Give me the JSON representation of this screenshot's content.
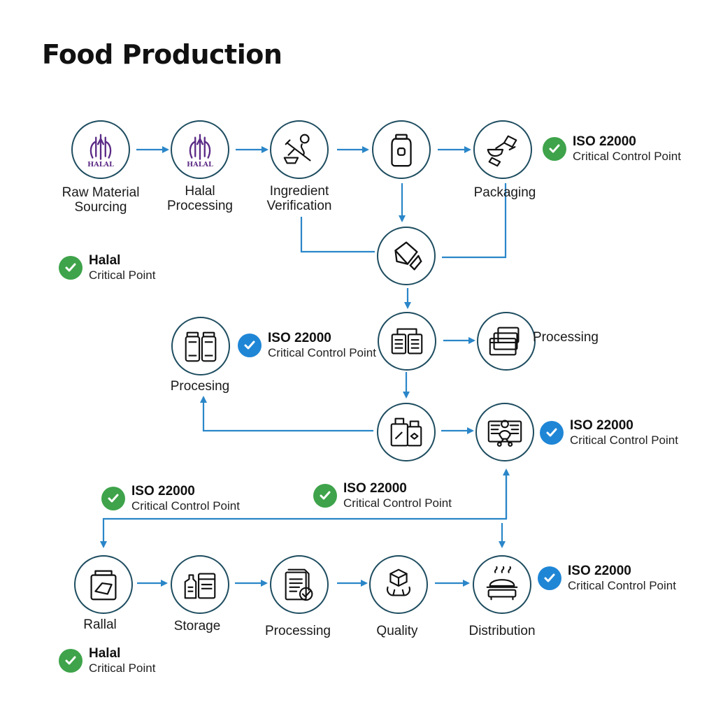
{
  "title": "Food Production",
  "colors": {
    "line": "#2a86c8",
    "node_border": "#1e4d60",
    "halal_purple": "#5b2a86",
    "check_green": "#3ea34a",
    "check_blue": "#1f86d6"
  },
  "nodes": [
    {
      "id": "raw-material-sourcing",
      "label": "Raw Material\nSourcing",
      "icon": "halal-icon"
    },
    {
      "id": "halal-processing",
      "label": "Halal\nProcessing",
      "icon": "halal-icon"
    },
    {
      "id": "ingredient-verification",
      "label": "Ingredient\nVerification",
      "icon": "ingredient-inspection-icon"
    },
    {
      "id": "jar",
      "label": "",
      "icon": "jar-icon"
    },
    {
      "id": "packaging",
      "label": "Packaging",
      "icon": "packaging-icon"
    },
    {
      "id": "rolling",
      "label": "",
      "icon": "rolling-icon"
    },
    {
      "id": "procesing-left",
      "label": "Procesing",
      "icon": "bottles-icon"
    },
    {
      "id": "documents",
      "label": "",
      "icon": "documents-icon"
    },
    {
      "id": "processing-right",
      "label": "Processing",
      "icon": "folders-icon"
    },
    {
      "id": "boxes",
      "label": "",
      "icon": "boxes-icon"
    },
    {
      "id": "inspection",
      "label": "",
      "icon": "inspection-board-icon"
    },
    {
      "id": "rallal",
      "label": "Rallal",
      "icon": "package-icon"
    },
    {
      "id": "storage",
      "label": "Storage",
      "icon": "storage-icon"
    },
    {
      "id": "processing-bottom",
      "label": "Processing",
      "icon": "checklist-icon"
    },
    {
      "id": "quality",
      "label": "Quality",
      "icon": "quality-icon"
    },
    {
      "id": "distribution",
      "label": "Distribution",
      "icon": "serving-icon"
    }
  ],
  "badges": [
    {
      "id": "iso-packaging",
      "title": "ISO 22000",
      "subtitle": "Critical Control Point",
      "color": "green"
    },
    {
      "id": "halal-top",
      "title": "Halal",
      "subtitle": "Critical Point",
      "color": "green"
    },
    {
      "id": "iso-procesing",
      "title": "ISO 22000",
      "subtitle": "Critical Control Point",
      "color": "blue"
    },
    {
      "id": "iso-inspection",
      "title": "ISO 22000",
      "subtitle": "Critical Control Point",
      "color": "blue"
    },
    {
      "id": "iso-left-lower",
      "title": "ISO 22000",
      "subtitle": "Critical Control Point",
      "color": "green"
    },
    {
      "id": "iso-mid-lower",
      "title": "ISO 22000",
      "subtitle": "Critical Control Point",
      "color": "green"
    },
    {
      "id": "iso-distribution",
      "title": "ISO 22000",
      "subtitle": "Critical Control Point",
      "color": "blue"
    },
    {
      "id": "halal-bottom",
      "title": "Halal",
      "subtitle": "Critical Point",
      "color": "green"
    }
  ],
  "halal_word": "HALAL"
}
